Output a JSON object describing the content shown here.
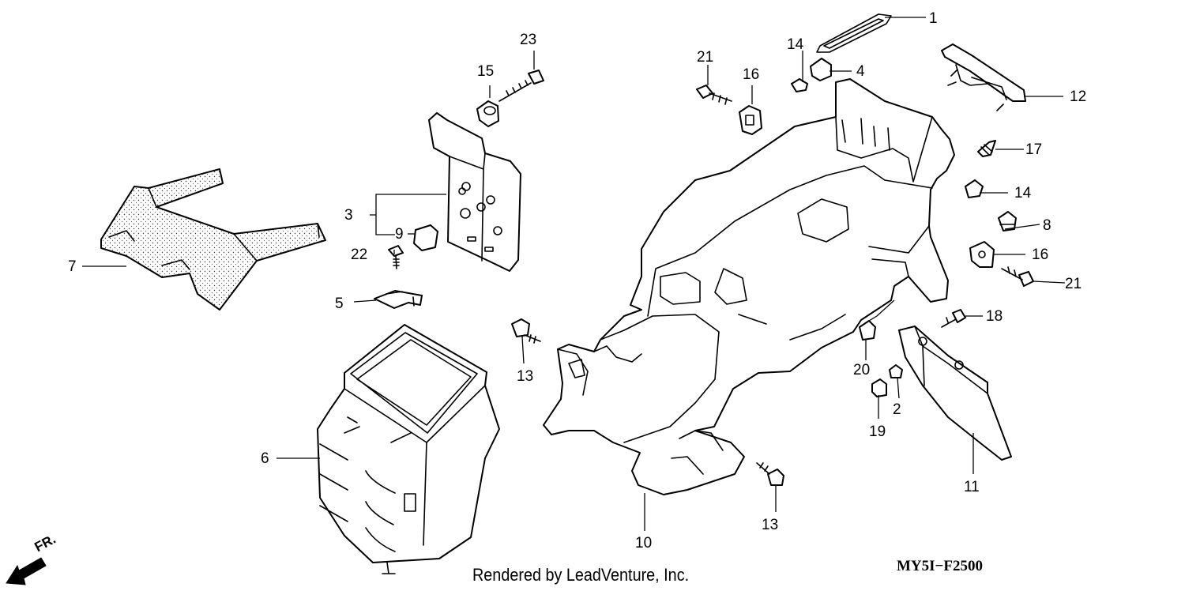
{
  "footer": {
    "credit": "Rendered by LeadVenture, Inc.",
    "diagram_code": "MY5I−F2500"
  },
  "direction": {
    "label": "FR."
  },
  "callouts": {
    "c1": "1",
    "c2": "2",
    "c3": "3",
    "c4": "4",
    "c5": "5",
    "c6": "6",
    "c7": "7",
    "c8": "8",
    "c9": "9",
    "c10": "10",
    "c11": "11",
    "c12": "12",
    "c13a": "13",
    "c13b": "13",
    "c14a": "14",
    "c14b": "14",
    "c15": "15",
    "c16a": "16",
    "c16b": "16",
    "c17": "17",
    "c18": "18",
    "c19": "19",
    "c20": "20",
    "c21a": "21",
    "c21b": "21",
    "c22": "22",
    "c23": "23"
  }
}
